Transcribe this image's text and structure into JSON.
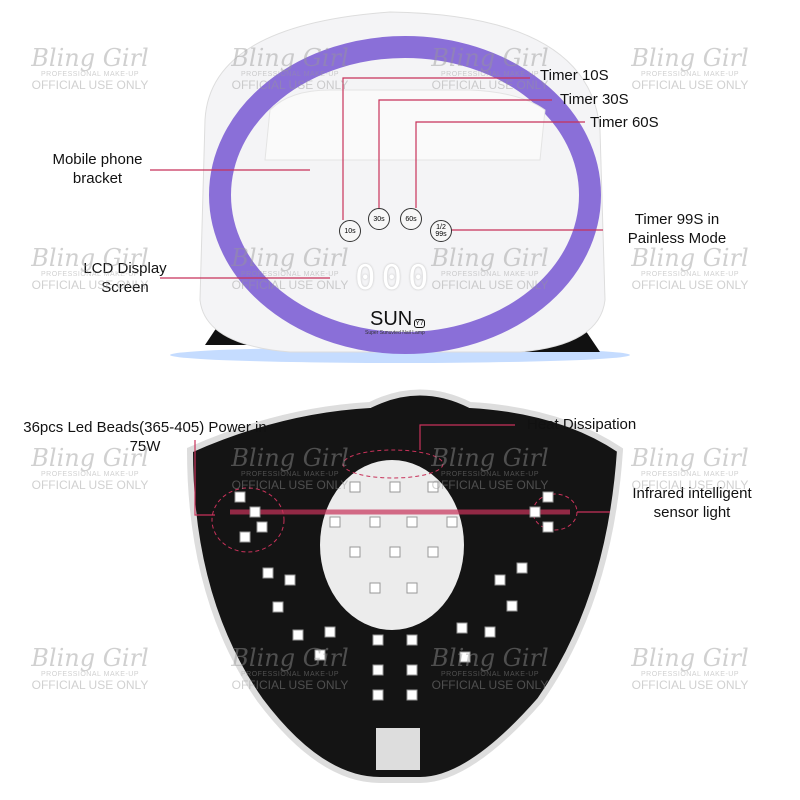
{
  "watermark": {
    "brand": "Bling Girl",
    "tagline": "PROFESSIONAL MAKE-UP",
    "notice": "OFFICIAL USE ONLY"
  },
  "lamp": {
    "brand": "SUN",
    "model": "Y7",
    "subtitle": "Super Sunuvted Nail Lamp",
    "display": "000",
    "buttons": [
      "10s",
      "30s",
      "60s",
      "1/2 99s"
    ],
    "colors": {
      "ring": "#8a6fd8",
      "body": "#f4f4f6",
      "base": "#111111",
      "callout": "#c8325a"
    }
  },
  "callouts": {
    "timer10": "Timer 10S",
    "timer30": "Timer 30S",
    "timer60": "Timer 60S",
    "timer99": "Timer 99S in Painless Mode",
    "bracket": "Mobile phone bracket",
    "lcd": "LCD Display Screen",
    "leds": "36pcs Led Beads(365-405) Power in 75W",
    "heat": "Heat Dissipation",
    "sensor": "Infrared intelligent sensor light"
  }
}
